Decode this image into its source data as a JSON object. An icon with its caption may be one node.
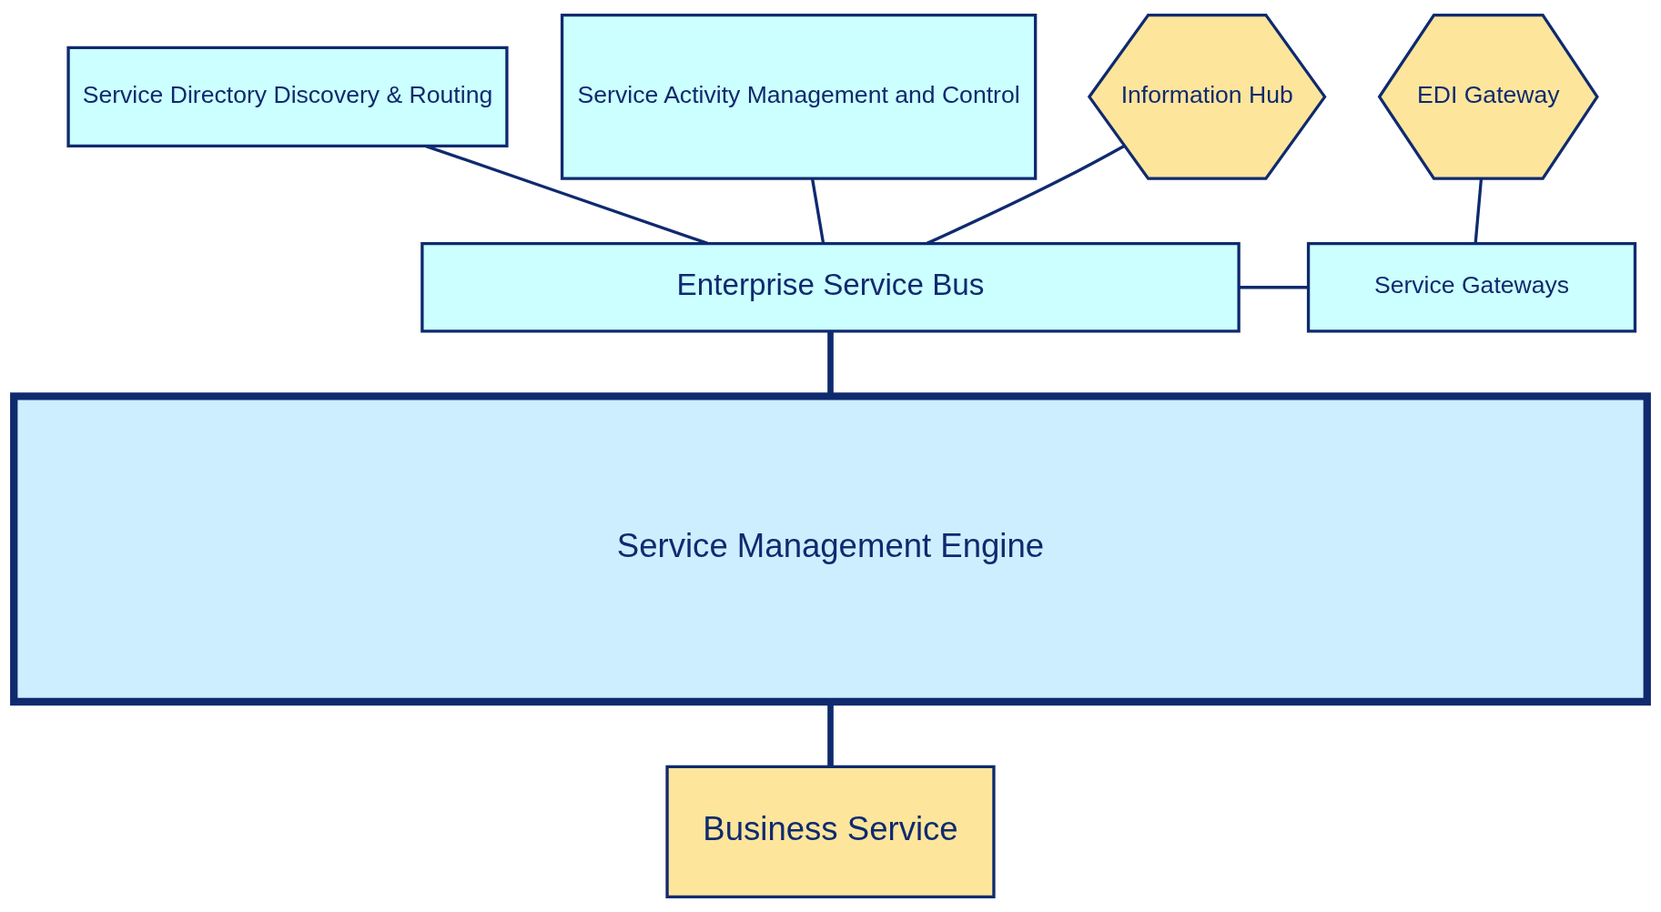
{
  "diagram": {
    "nodes": [
      {
        "text": [
          "Service Directory Discovery & Routing"
        ]
      },
      {
        "text": [
          "Service Activity Management and Control"
        ]
      },
      {
        "text": [
          "Enterprise Service Bus"
        ]
      },
      {
        "text": [
          "Information Hub"
        ]
      },
      {
        "text": [
          "EDI Gateway"
        ]
      },
      {
        "text": [
          "Service Gateways"
        ]
      },
      {
        "text": [
          "Service Management Engine"
        ]
      },
      {
        "text": [
          "Business Service"
        ]
      }
    ],
    "edges": [
      {
        "from": 0,
        "to": 2,
        "arrow": "none"
      },
      {
        "from": 1,
        "to": 2,
        "arrow": "none"
      },
      {
        "from": 3,
        "to": 2,
        "arrow": "none"
      },
      {
        "from": 4,
        "to": 5,
        "arrow": "none"
      },
      {
        "from": 2,
        "to": 5,
        "arrow": "none"
      },
      {
        "from": 2,
        "to": 6,
        "arrow": "none",
        "style": "thick"
      },
      {
        "from": 6,
        "to": 7,
        "arrow": "none",
        "style": "thick"
      }
    ]
  }
}
